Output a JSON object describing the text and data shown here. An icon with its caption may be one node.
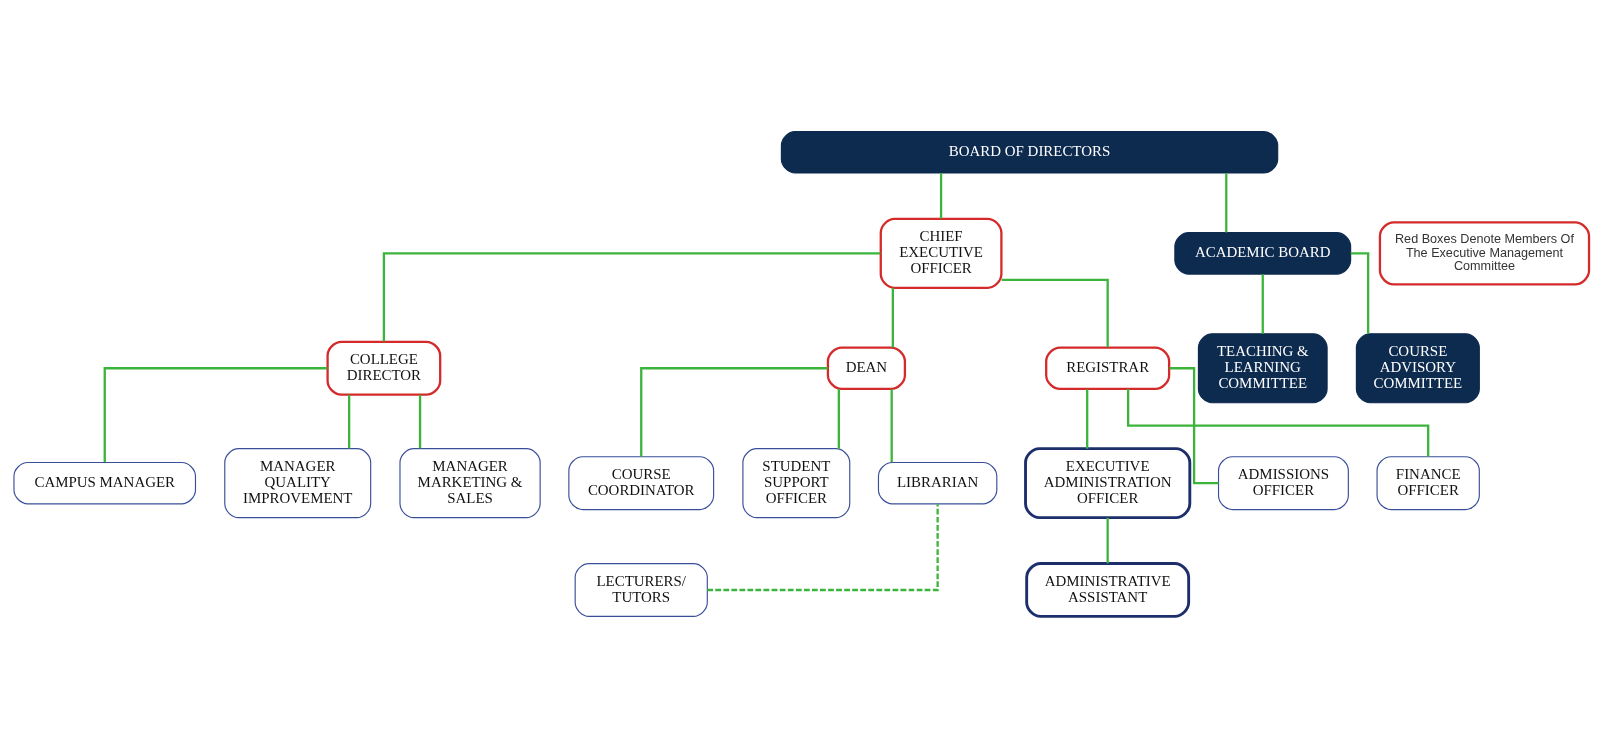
{
  "diagram": {
    "nodes": [
      {
        "text": [
          "BOARD OF DIRECTORS"
        ]
      },
      {
        "text": [
          "Red Boxes Denote Members Of The Executive Management Committee"
        ]
      },
      {
        "text": [
          "CHIEF EXECUTIVE OFFICER"
        ]
      },
      {
        "text": [
          "ACADEMIC BOARD"
        ]
      },
      {
        "text": [
          "COLLEGE DIRECTOR"
        ]
      },
      {
        "text": [
          "DEAN"
        ]
      },
      {
        "text": [
          "REGISTRAR"
        ]
      },
      {
        "text": [
          "TEACHING & LEARNING COMMITTEE"
        ]
      },
      {
        "text": [
          "COURSE ADVISORY COMMITTEE"
        ]
      },
      {
        "text": [
          "CAMPUS MANAGER"
        ]
      },
      {
        "text": [
          "MANAGER QUALITY IMPROVEMENT"
        ]
      },
      {
        "text": [
          "MANAGER MARKETING & SALES"
        ]
      },
      {
        "text": [
          "COURSE COORDINATOR"
        ]
      },
      {
        "text": [
          "STUDENT SUPPORT OFFICER"
        ]
      },
      {
        "text": [
          "LECTURERS/ TUTORS"
        ]
      },
      {
        "text": [
          "LIBRARIAN"
        ]
      },
      {
        "text": [
          "EXECUTIVE ADMINISTRATION OFFICER"
        ]
      },
      {
        "text": [
          "ADMINISTRATIVE ASSISTANT"
        ]
      },
      {
        "text": [
          "ADMISSIONS OFFICER"
        ]
      },
      {
        "text": [
          "FINANCE OFFICER"
        ]
      }
    ],
    "edges": [
      {
        "from": 0,
        "to": 2,
        "arrow": "none"
      },
      {
        "from": 0,
        "to": 3,
        "arrow": "none"
      },
      {
        "from": 2,
        "to": 4,
        "arrow": "none"
      },
      {
        "from": 2,
        "to": 5,
        "arrow": "none"
      },
      {
        "from": 2,
        "to": 6,
        "arrow": "none"
      },
      {
        "from": 3,
        "to": 7,
        "arrow": "none"
      },
      {
        "from": 3,
        "to": 8,
        "arrow": "none"
      },
      {
        "from": 4,
        "to": 9,
        "arrow": "none"
      },
      {
        "from": 4,
        "to": 10,
        "arrow": "none"
      },
      {
        "from": 4,
        "to": 11,
        "arrow": "none"
      },
      {
        "from": 5,
        "to": 12,
        "arrow": "none"
      },
      {
        "from": 5,
        "to": 13,
        "arrow": "none"
      },
      {
        "from": 5,
        "to": 15,
        "arrow": "none"
      },
      {
        "from": 14,
        "to": 15,
        "arrow": "none",
        "style": "dashed"
      },
      {
        "from": 6,
        "to": 16,
        "arrow": "none"
      },
      {
        "from": 16,
        "to": 17,
        "arrow": "none"
      },
      {
        "from": 6,
        "to": 18,
        "arrow": "none"
      },
      {
        "from": 6,
        "to": 19,
        "arrow": "none"
      }
    ]
  }
}
